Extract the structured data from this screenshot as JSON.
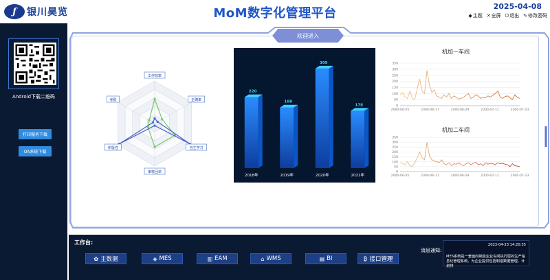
{
  "header": {
    "brand_mark": "ƒ",
    "brand_name": "银川昊览",
    "app_title": "MoM数字化管理平台",
    "date": "2025-04-08",
    "actions": [
      {
        "icon": "theme-icon",
        "glyph": "◆",
        "label": "主题"
      },
      {
        "icon": "fullscreen-icon",
        "glyph": "✕",
        "label": "全屏"
      },
      {
        "icon": "logout-icon",
        "glyph": "⏻",
        "label": "退出"
      },
      {
        "icon": "edit-password-icon",
        "glyph": "✎",
        "label": "修改密码"
      }
    ]
  },
  "left_panel": {
    "qr_caption": "Android下载二维码",
    "buttons": [
      "打印服务下载",
      "OA系统下载"
    ]
  },
  "welcome_label": "欢迎进入",
  "radar": {
    "indicators": [
      "工作效率",
      "正确率",
      "自主学习",
      "审核回单",
      "积极性",
      "考勤"
    ],
    "series": [
      {
        "name": "",
        "color": "#7bc86c",
        "values": [
          0.58,
          0.2,
          0.55,
          0.55,
          0.18,
          0.15
        ]
      },
      {
        "name": "",
        "color": "#4a63c9",
        "values": [
          0.12,
          0.08,
          0.95,
          0.05,
          0.96,
          0.05
        ]
      }
    ]
  },
  "chart_data": [
    {
      "type": "bar",
      "categories": [
        "2018年",
        "2019年",
        "2020年",
        "2021年"
      ],
      "values": [
        220,
        188,
        309,
        178
      ],
      "ylim": [
        0,
        330
      ],
      "title": "",
      "xlabel": "",
      "ylabel": ""
    },
    {
      "type": "line",
      "title": "机加一车间",
      "x_ticks": [
        "2000-06-05",
        "2000-06-17",
        "2000-06-29",
        "2000-07-11",
        "2000-07-23"
      ],
      "y_ticks": [
        0,
        50,
        100,
        150,
        200,
        250,
        300,
        350
      ],
      "ylim": [
        0,
        350
      ],
      "values": [
        90,
        110,
        70,
        60,
        120,
        60,
        50,
        140,
        220,
        120,
        100,
        290,
        170,
        110,
        130,
        80,
        70,
        60,
        90,
        70,
        100,
        60,
        80,
        70,
        55,
        60,
        70,
        85,
        100,
        60,
        70,
        90,
        80,
        60,
        70,
        65,
        80,
        70,
        85,
        100,
        120,
        70,
        60,
        75,
        80,
        65,
        50,
        90,
        70,
        60
      ]
    },
    {
      "type": "line",
      "title": "机加二车间",
      "x_ticks": [
        "2000-06-05",
        "2000-06-17",
        "2000-06-29",
        "2000-07-11",
        "2000-07-23"
      ],
      "y_ticks": [
        0,
        50,
        100,
        150,
        200,
        250,
        300,
        350
      ],
      "ylim": [
        0,
        350
      ],
      "values": [
        90,
        80,
        70,
        100,
        60,
        50,
        90,
        140,
        200,
        140,
        120,
        300,
        160,
        120,
        110,
        100,
        90,
        120,
        80,
        70,
        90,
        60,
        80,
        75,
        90,
        70,
        60,
        80,
        90,
        70,
        85,
        95,
        70,
        80,
        60,
        90,
        75,
        85,
        80,
        70,
        90,
        80,
        85,
        75,
        70,
        50,
        80,
        60,
        55,
        50
      ]
    }
  ],
  "workbench": {
    "label": "工作台:",
    "buttons": [
      {
        "icon": "cogs-icon",
        "glyph": "✿",
        "label": "主数据"
      },
      {
        "icon": "cube-icon",
        "glyph": "◈",
        "label": "MES"
      },
      {
        "icon": "bar-chart-icon",
        "glyph": "▥",
        "label": "EAM"
      },
      {
        "icon": "home-icon",
        "glyph": "⌂",
        "label": "WMS"
      },
      {
        "icon": "book-icon",
        "glyph": "▤",
        "label": "BI"
      },
      {
        "icon": "bitcoin-icon",
        "glyph": "₿",
        "label": "接口管理"
      }
    ]
  },
  "notice": {
    "label": "消息通知:",
    "time": "2023-04-23 14:20:35",
    "body": "MES系统是一套面向制造企业车间执行层的生产信息化管理系统。为企业提供包括制造数据管理、计划排"
  }
}
